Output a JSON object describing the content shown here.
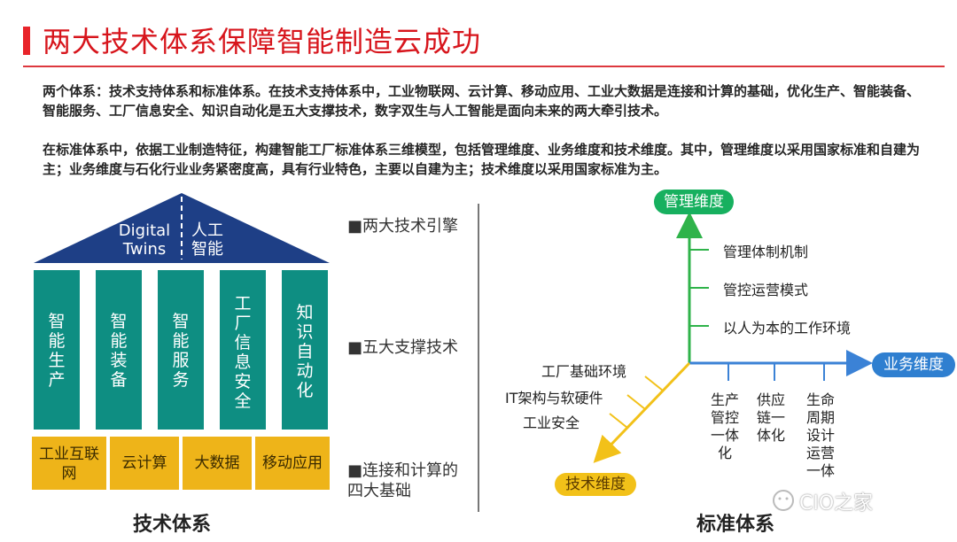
{
  "title": "两大技术体系保障智能制造云成功",
  "paragraphs": [
    "两个体系：技术支持体系和标准体系。在技术支持体系中，工业物联网、云计算、移动应用、工业大数据是连接和计算的基础，优化生产、智能装备、智能服务、工厂信息安全、知识自动化是五大支撑技术，数字双生与人工智能是面向未来的两大牵引技术。",
    "在标准体系中，依据工业制造特征，构建智能工厂标准体系三维模型，包括管理维度、业务维度和技术维度。其中，管理维度以采用国家标准和自建为主；业务维度与石化行业业务紧密度高，具有行业特色，主要以自建为主；技术维度以采用国家标准为主。"
  ],
  "tech_system": {
    "roof_left": "Digital\nTwins",
    "roof_right": "人工\n智能",
    "pillars": [
      "智能生产",
      "智能装备",
      "智能服务",
      "工厂信息安全",
      "知识自动化"
    ],
    "bases": [
      "工业互联\n网",
      "云计算",
      "大数据",
      "移动应用"
    ],
    "label": "技术体系"
  },
  "middle_labels": [
    "■两大技术引擎",
    "■五大支撑技术",
    "■连接和计算的\n四大基础"
  ],
  "standard_system": {
    "axis_management": "管理维度",
    "axis_business": "业务维度",
    "axis_technology": "技术维度",
    "management_items": [
      "管理体制机制",
      "管控运营模式",
      "以人为本的工作环境"
    ],
    "business_items": [
      "生产管控一体化",
      "供应链一体化",
      "生命周期设计运营一体"
    ],
    "technology_items": [
      "工厂基础环境",
      "IT架构与软硬件",
      "工业安全"
    ],
    "label": "标准体系"
  },
  "watermark": "CIO之家",
  "colors": {
    "title_red": "#d7151c",
    "teal": "#0e8e82",
    "navy": "#1e3f86",
    "gold": "#f2c119",
    "green": "#17b05f",
    "blue": "#2f7fd0"
  }
}
